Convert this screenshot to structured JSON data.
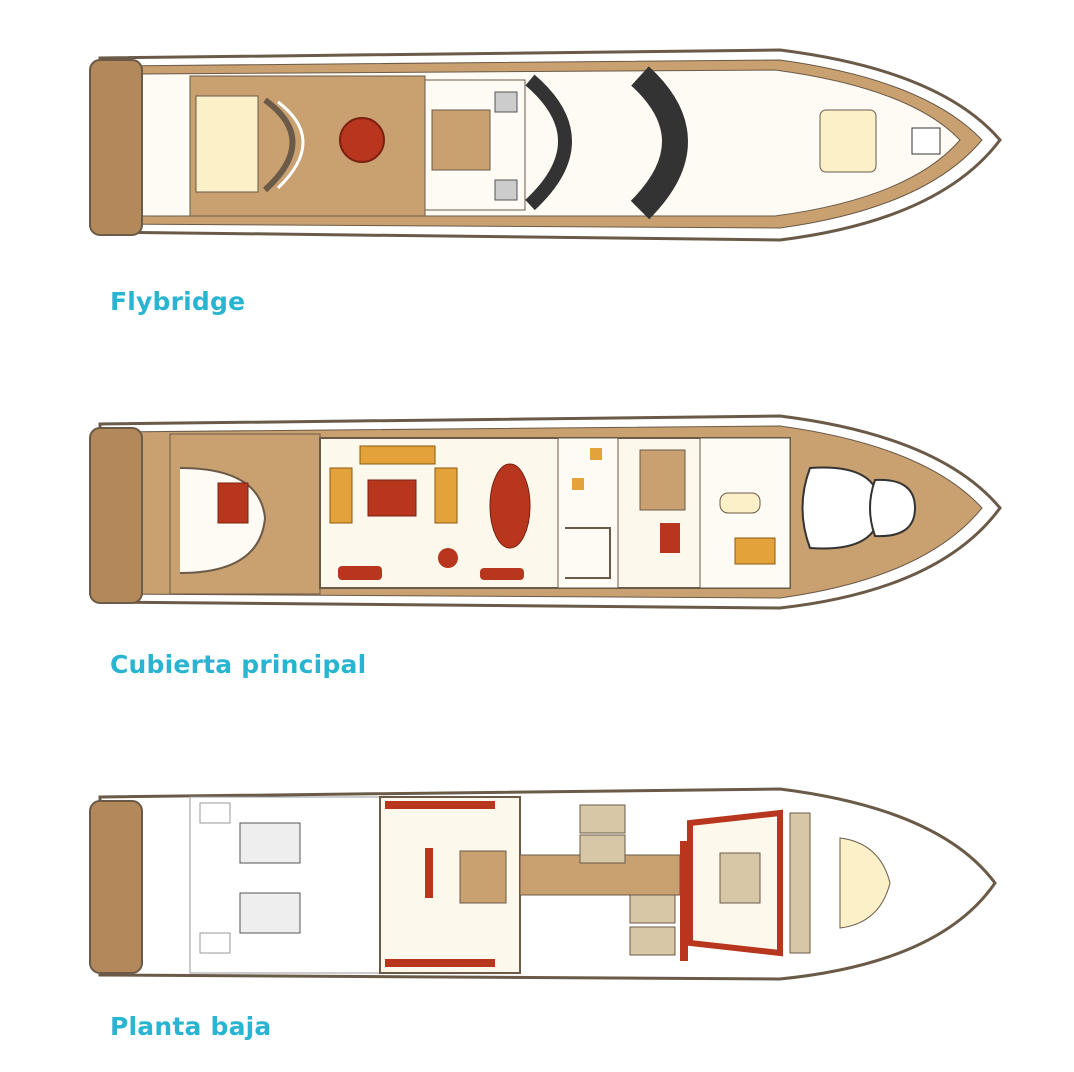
{
  "plans": [
    {
      "caption": "Flybridge"
    },
    {
      "caption": "Cubierta principal"
    },
    {
      "caption": "Planta baja"
    }
  ],
  "colors": {
    "caption": "#29b4d2",
    "teak": "#c9a070",
    "teak_dark": "#a77a4b",
    "hull_outline": "#6b5a48",
    "furniture_red": "#b8361e",
    "furniture_orange": "#e4a23a",
    "floor_cream": "#fdf8ec"
  }
}
